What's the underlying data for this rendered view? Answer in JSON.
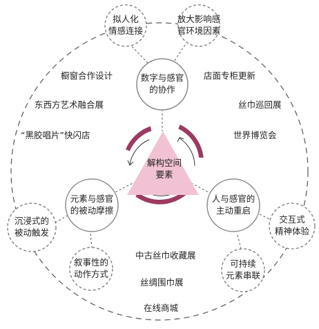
{
  "center": {
    "line1": "解构空间",
    "line2": "要素"
  },
  "main_nodes": {
    "top": {
      "line1": "数字与感官",
      "line2": "的协作"
    },
    "left": {
      "line1": "元素与感官",
      "line2": "的被动摩擦"
    },
    "right": {
      "line1": "人与感官的",
      "line2": "主动重启"
    }
  },
  "satellites": {
    "personify": {
      "line1": "拟人化",
      "line2": "情感连接"
    },
    "amplify": {
      "line1": "放大影响感",
      "line2": "官环境因素"
    },
    "immersive": {
      "line1": "沉浸式的",
      "line2": "被动触发"
    },
    "narrative": {
      "line1": "叙事性的",
      "line2": "动作方式"
    },
    "interactive": {
      "line1": "交互式",
      "line2": "精神体验"
    },
    "sustainable": {
      "line1": "可持续",
      "line2": "元素串联"
    }
  },
  "examples": {
    "window_design": "橱窗合作设计",
    "east_west": "东西方艺术融合展",
    "vinyl_popup": "“黑胶唱片”快闪店",
    "store_update": "店面专柜更新",
    "scarf_tour": "丝巾巡回展",
    "world_expo": "世界博览会",
    "vintage_scarf": "中古丝巾收藏展",
    "silk_scarf": "丝绸围巾展",
    "online_mall": "在线商城"
  },
  "colors": {
    "arc_fill": "#9c3a63",
    "triangle_fill": "#f1c2d3",
    "circle_border": "#8a8a8a",
    "dash_line": "#444444"
  }
}
